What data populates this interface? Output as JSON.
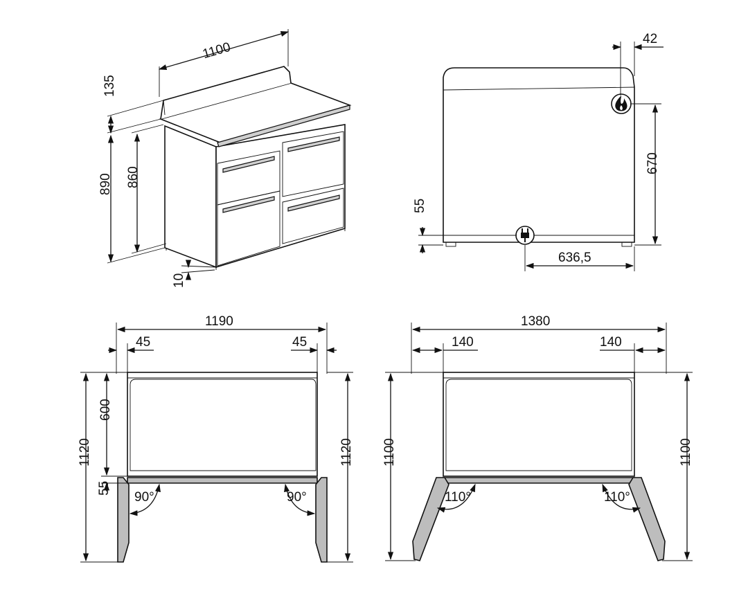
{
  "dimensions": {
    "width": "1100",
    "backguard_height": "135",
    "total_height": "890",
    "body_height": "860",
    "foot_height": "10",
    "side_offset": "42",
    "gas_inlet_height": "670",
    "elec_inlet_height": "55",
    "inlet_offset": "636,5",
    "left_open_width": "1190",
    "left_margin_l": "45",
    "left_margin_r": "45",
    "left_depth": "1120",
    "left_depth_r": "1120",
    "left_cavity": "600",
    "left_door_gap": "55",
    "left_angle_l": "90°",
    "left_angle_r": "90°",
    "right_open_width": "1380",
    "right_margin_l": "140",
    "right_margin_r": "140",
    "right_depth": "1100",
    "right_depth_r": "1100",
    "right_angle_l": "110°",
    "right_angle_r": "110°"
  },
  "icons": [
    "flame-icon",
    "plug-icon"
  ],
  "colors": {
    "line": "#111111",
    "door": "#bdbdbd"
  }
}
